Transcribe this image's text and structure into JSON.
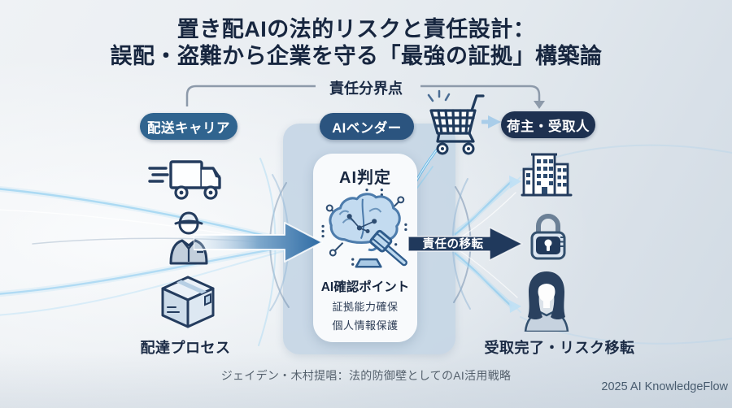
{
  "title": {
    "line1": "置き配AIの法的リスクと責任設計：",
    "line2": "誤配・盗難から企業を守る「最強の証拠」構築論"
  },
  "boundary": {
    "label": "責任分界点"
  },
  "pills": {
    "carrier": "配送キャリア",
    "vendor": "AIベンダー",
    "consignee": "荷主・受取人"
  },
  "left_column": {
    "caption": "配達プロセス",
    "icons": [
      "truck-icon",
      "courier-icon",
      "package-icon"
    ]
  },
  "center_panel": {
    "heading": "AI判定",
    "icon": "brain-gavel-icon",
    "subheading": "AI確認ポイント",
    "points": [
      "証拠能力確保",
      "個人情報保護"
    ]
  },
  "flow": {
    "transfer_label": "責任の移転",
    "cart_icon": "shopping-cart-icon"
  },
  "right_column": {
    "caption": "受取完了・リスク移転",
    "icons": [
      "building-icon",
      "lock-icon",
      "recipient-icon"
    ]
  },
  "footer": {
    "caption": "ジェイデン・木村提唱：法的防御壁としてのAI活用戦略",
    "credit": "2025 AI KnowledgeFlow"
  },
  "colors": {
    "title_navy": "#17263f",
    "pill_carrier": "#30648f",
    "pill_vendor": "#2b547f",
    "pill_consignee": "#1e3150",
    "arrow_blue": "#2e6ba4",
    "arrow_navy": "#20395c",
    "flow_cyan": "#7ec6ef",
    "panel_bg": "#c8d7e5",
    "card_bg": "#f8fafc",
    "bracket_gray": "#8d9aaa"
  }
}
